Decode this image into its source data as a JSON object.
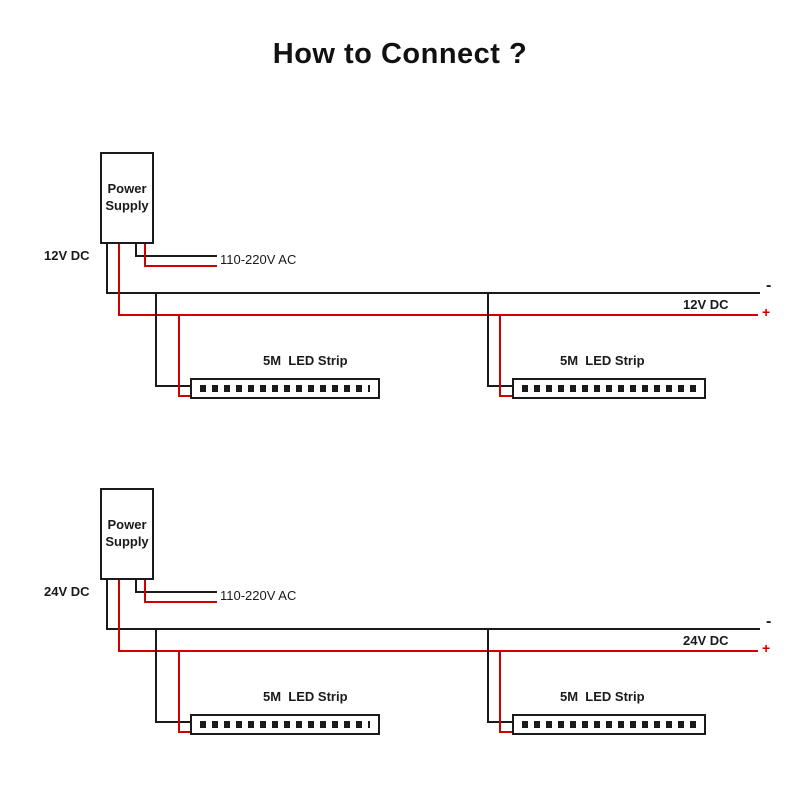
{
  "title": "How to Connect ?",
  "colors": {
    "wire_black": "#1a1a1a",
    "wire_red": "#cc0000"
  },
  "diagrams": [
    {
      "voltage": "12V DC",
      "power_supply": "Power\nSupply",
      "input_label": "110-220V AC",
      "output_label": "12V DC",
      "negative": "-",
      "positive": "+",
      "strips": [
        {
          "label": "5M  LED Strip"
        },
        {
          "label": "5M  LED Strip"
        }
      ]
    },
    {
      "voltage": "24V DC",
      "power_supply": "Power\nSupply",
      "input_label": "110-220V AC",
      "output_label": "24V DC",
      "negative": "-",
      "positive": "+",
      "strips": [
        {
          "label": "5M  LED Strip"
        },
        {
          "label": "5M  LED Strip"
        }
      ]
    }
  ]
}
